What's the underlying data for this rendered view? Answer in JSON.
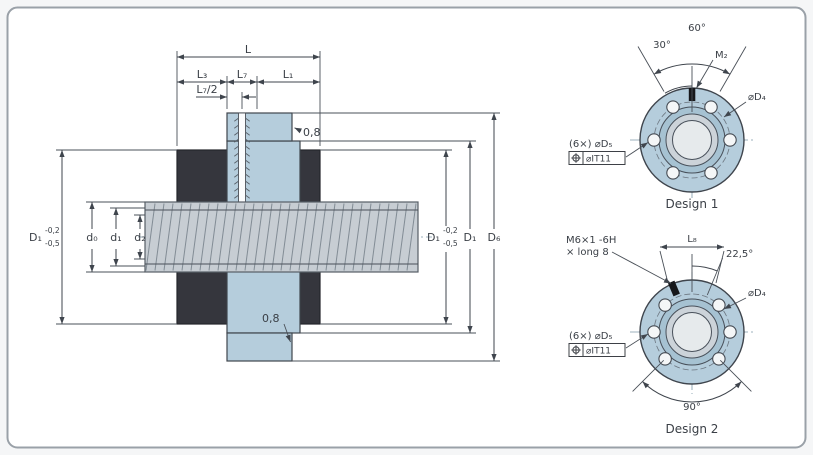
{
  "colors": {
    "part_blue": "#b5cddc",
    "part_blue_ring": "#a6c2d2",
    "part_dark": "#35363d",
    "shaft_gray": "#c7cdd3",
    "line": "#3f454d",
    "text": "#3a3f46"
  },
  "icons": {
    "position_tolerance": "circle-with-cross"
  },
  "main_view": {
    "L": "L",
    "L3": "L₃",
    "L7": "L₇",
    "L1": "L₁",
    "L7_half": "L₇/2",
    "roughness_top": "0,8",
    "roughness_bottom": "0,8",
    "D1_left": "D₁",
    "D1_left_tol_upper": "-0,2",
    "D1_left_tol_lower": "-0,5",
    "d0": "d₀",
    "d1": "d₁",
    "d2": "d₂",
    "D1_right": "D₁",
    "D1_right_tol_upper": "-0,2",
    "D1_right_tol_lower": "-0,5",
    "D1_outer": "D₁",
    "D6": "D₆"
  },
  "design1": {
    "title": "Design 1",
    "angle_60": "60°",
    "angle_30": "30°",
    "label_M2": "M₂",
    "label_D4": "⌀D₄",
    "holes_note": "(6×) ⌀D₅",
    "fcf_tolerance": "⌀IT11"
  },
  "design2": {
    "title": "Design 2",
    "thread_line1": "M6×1 -6H",
    "thread_line2": "× long 8",
    "angle_225": "22,5°",
    "dim_L8": "L₈",
    "label_D4": "⌀D₄",
    "holes_note": "(6×) ⌀D₅",
    "fcf_tolerance": "⌀IT11",
    "angle_90": "90°"
  }
}
